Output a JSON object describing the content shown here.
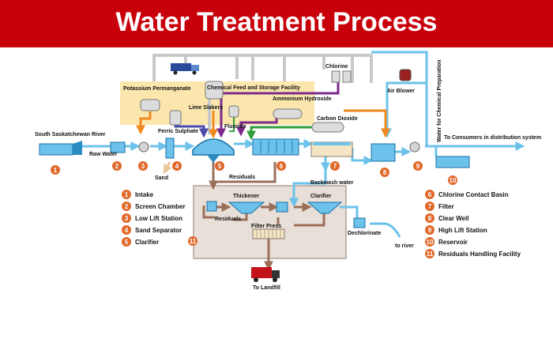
{
  "header": {
    "title": "Water Treatment Process",
    "background": "#c8000a"
  },
  "colors": {
    "water": "#6cc2ea",
    "chemical_feed": "#c9c9c9",
    "permanganate": "#f08a1e",
    "ferric": "#4a4aa8",
    "ammonium": "#7b2a8a",
    "carbon_dioxide": "#2f9e3a",
    "residuals": "#9b6f5a",
    "facility_fill": "#e8dfd8",
    "chemical_area": "#fbe7ad",
    "stage_badge": "#e0682a"
  },
  "labels": {
    "river": "South Saskatchewan River",
    "raw_water": "Raw Water",
    "potassium_permanganate": "Potassium Permanganate",
    "ferric_sulphate": "Ferric Sulphate",
    "lime_slakers": "Lime Slakers",
    "chemical_facility": "Chemical Feed and Storage Facility",
    "fluoride": "Fluoride",
    "ammonium_hydroxide": "Ammonium Hydroxide",
    "chlorine": "Chlorine",
    "carbon_dioxide": "Carbon Dioxide",
    "air_blower": "Air Blower",
    "water_chem_prep": "Water for Chemical Preparation",
    "to_consumers": "To Consumers in distribution system",
    "sand": "Sand",
    "residuals": "Residuals",
    "backwash_water": "Backwash water",
    "thickener": "Thickener",
    "clarifier": "Clarifier",
    "residuals_2": "Residuals",
    "filter_press": "Filter Press",
    "dechlorinate": "Dechlorinate",
    "to_river": "to river",
    "to_landfill": "To Landfill"
  },
  "stages": [
    {
      "num": "1",
      "label": "Intake"
    },
    {
      "num": "2",
      "label": "Screen Chamber"
    },
    {
      "num": "3",
      "label": "Low Lift Station"
    },
    {
      "num": "4",
      "label": "Sand Separator"
    },
    {
      "num": "5",
      "label": "Clarifier"
    },
    {
      "num": "6",
      "label": "Chlorine Contact Basin"
    },
    {
      "num": "7",
      "label": "Filter"
    },
    {
      "num": "8",
      "label": "Clear Well"
    },
    {
      "num": "9",
      "label": "High Lift Station"
    },
    {
      "num": "10",
      "label": "Reservoir"
    },
    {
      "num": "11",
      "label": "Residuals Handling Facility"
    }
  ]
}
